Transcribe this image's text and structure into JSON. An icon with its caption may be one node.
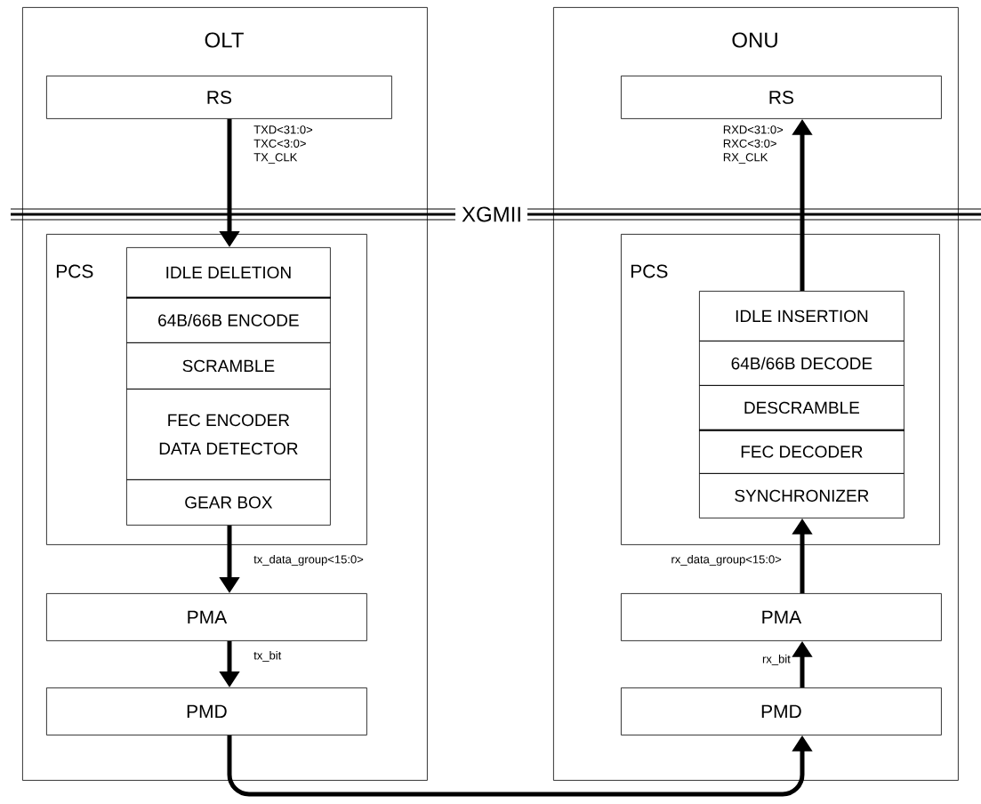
{
  "diagram": {
    "nodes": [
      {
        "text": [
          "OLT"
        ]
      },
      {
        "text": [
          "RS"
        ],
        "in": 0
      },
      {
        "text": [
          "PCS"
        ],
        "in": 0
      },
      {
        "text": [
          "IDLE DELETION"
        ],
        "in": 2
      },
      {
        "text": [
          "64B/66B ENCODE"
        ],
        "in": 2
      },
      {
        "text": [
          "SCRAMBLE"
        ],
        "in": 2
      },
      {
        "text": [
          "FEC ENCODER",
          "DATA DETECTOR"
        ],
        "in": 2
      },
      {
        "text": [
          "GEAR BOX"
        ],
        "in": 2
      },
      {
        "text": [
          "PMA"
        ],
        "in": 0
      },
      {
        "text": [
          "PMD"
        ],
        "in": 0
      },
      {
        "text": [
          "ONU"
        ]
      },
      {
        "text": [
          "RS"
        ],
        "in": 10
      },
      {
        "text": [
          "PCS"
        ],
        "in": 10
      },
      {
        "text": [
          "IDLE INSERTION"
        ],
        "in": 12
      },
      {
        "text": [
          "64B/66B DECODE"
        ],
        "in": 12
      },
      {
        "text": [
          "DESCRAMBLE"
        ],
        "in": 12
      },
      {
        "text": [
          "FEC DECODER"
        ],
        "in": 12
      },
      {
        "text": [
          "SYNCHRONIZER"
        ],
        "in": 12
      },
      {
        "text": [
          "PMA"
        ],
        "in": 10
      },
      {
        "text": [
          "PMD"
        ],
        "in": 10
      }
    ],
    "edges": [
      {
        "from": 1,
        "to": 3,
        "arrow": "to",
        "label": "TXD<31:0> TXC<3:0> TX_CLK"
      },
      {
        "from": 7,
        "to": 8,
        "arrow": "to",
        "label": "tx_data_group<15:0>"
      },
      {
        "from": 8,
        "to": 9,
        "arrow": "to",
        "label": "tx_bit"
      },
      {
        "from": 9,
        "to": 19,
        "arrow": "to"
      },
      {
        "from": 19,
        "to": 18,
        "arrow": "to",
        "label": "rx_bit"
      },
      {
        "from": 18,
        "to": 17,
        "arrow": "to",
        "label": "rx_data_group<15:0>"
      },
      {
        "from": 13,
        "to": 11,
        "arrow": "to",
        "label": "RXD<31:0> RXC<3:0> RX_CLK"
      }
    ],
    "labels": [
      "XGMII"
    ]
  }
}
